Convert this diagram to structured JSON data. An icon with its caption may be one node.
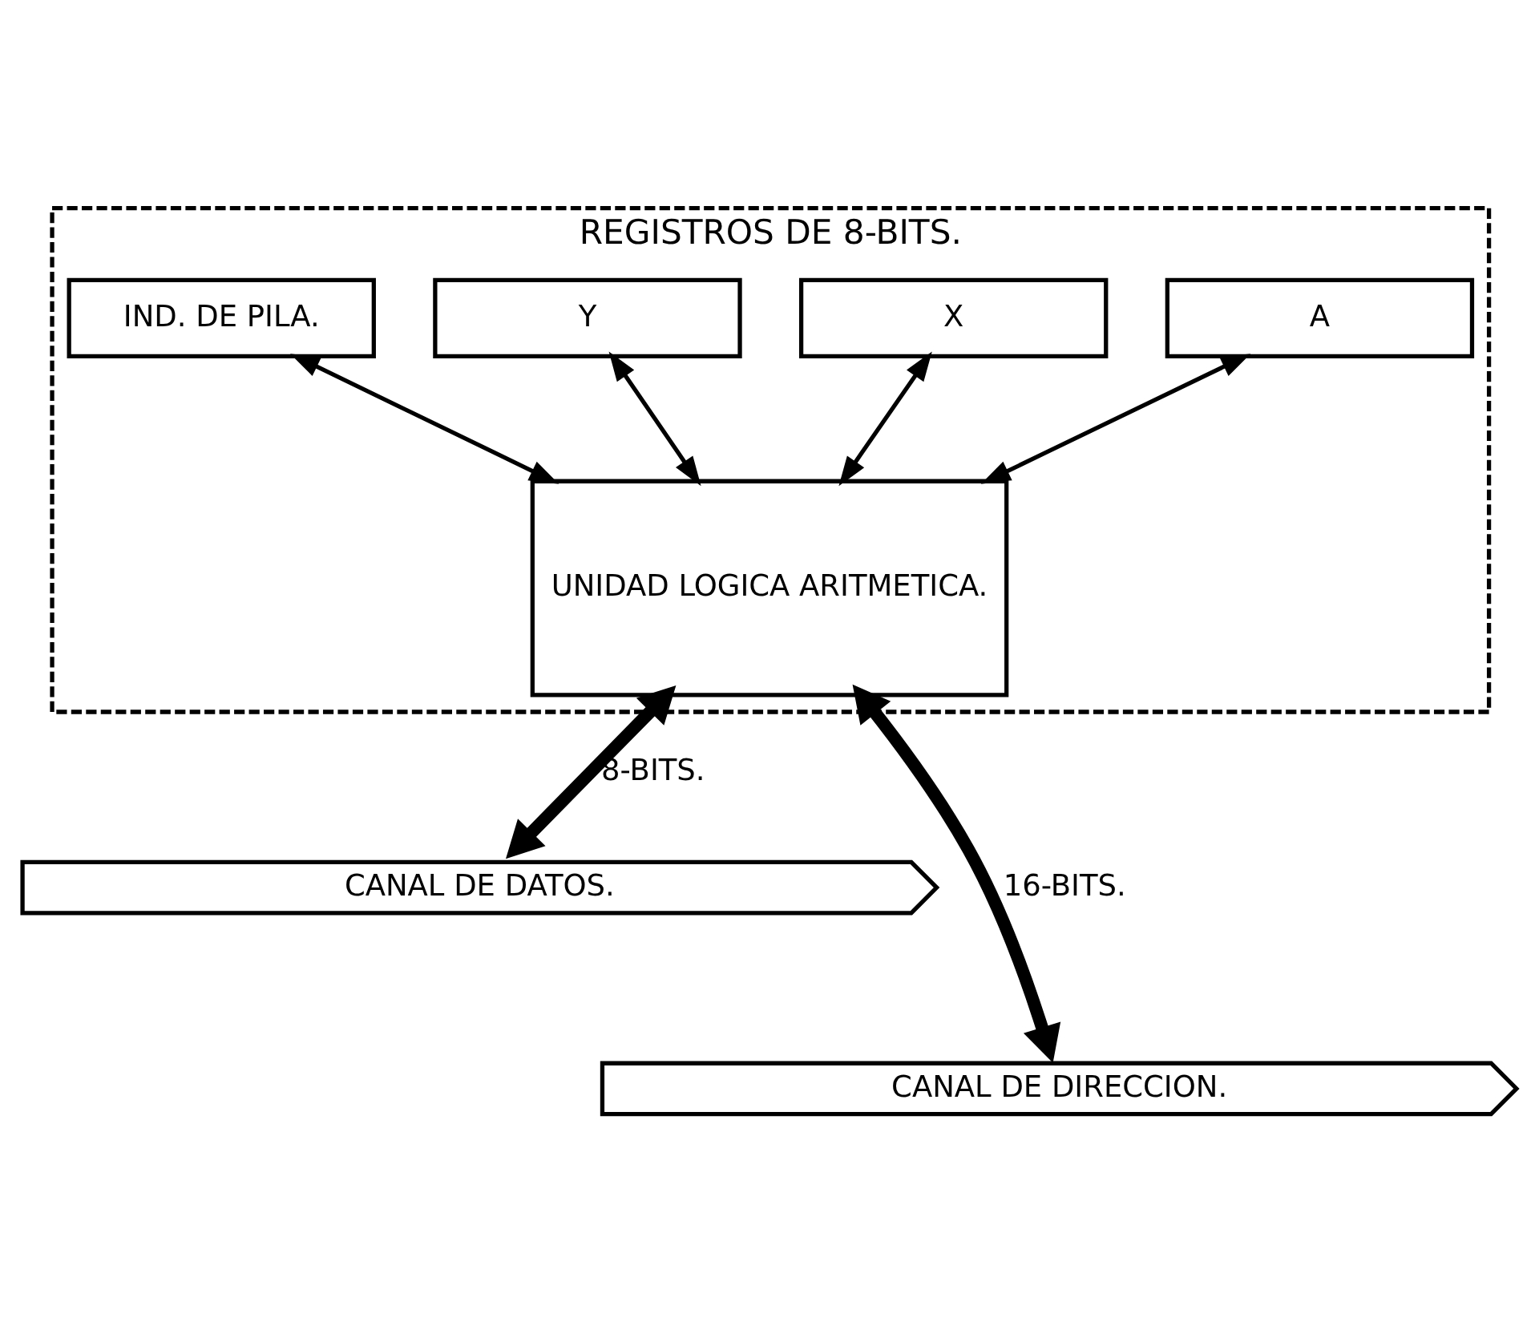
{
  "diagram": {
    "nodes": [
      {
        "text": [
          "REGISTROS DE 8-BITS."
        ]
      },
      {
        "text": [
          "A"
        ],
        "in": 0
      },
      {
        "text": [
          "X"
        ],
        "in": 0
      },
      {
        "text": [
          "Y"
        ],
        "in": 0
      },
      {
        "text": [
          "IND. DE PILA."
        ],
        "in": 0
      },
      {
        "text": [
          "UNIDAD LOGICA ARITMETICA."
        ],
        "in": 0
      },
      {
        "text": [
          "CANAL DE DATOS."
        ]
      },
      {
        "text": [
          "CANAL DE DIRECCION."
        ]
      }
    ],
    "edges": [
      {
        "from": 1,
        "to": 5,
        "arrow": "both"
      },
      {
        "from": 2,
        "to": 5,
        "arrow": "both"
      },
      {
        "from": 3,
        "to": 5,
        "arrow": "both"
      },
      {
        "from": 4,
        "to": 5,
        "arrow": "both"
      },
      {
        "from": 5,
        "to": 6,
        "arrow": "both",
        "label": "8-BITS.",
        "style": "thick"
      },
      {
        "from": 5,
        "to": 7,
        "arrow": "both",
        "label": "16-BITS.",
        "style": "thick"
      }
    ]
  }
}
